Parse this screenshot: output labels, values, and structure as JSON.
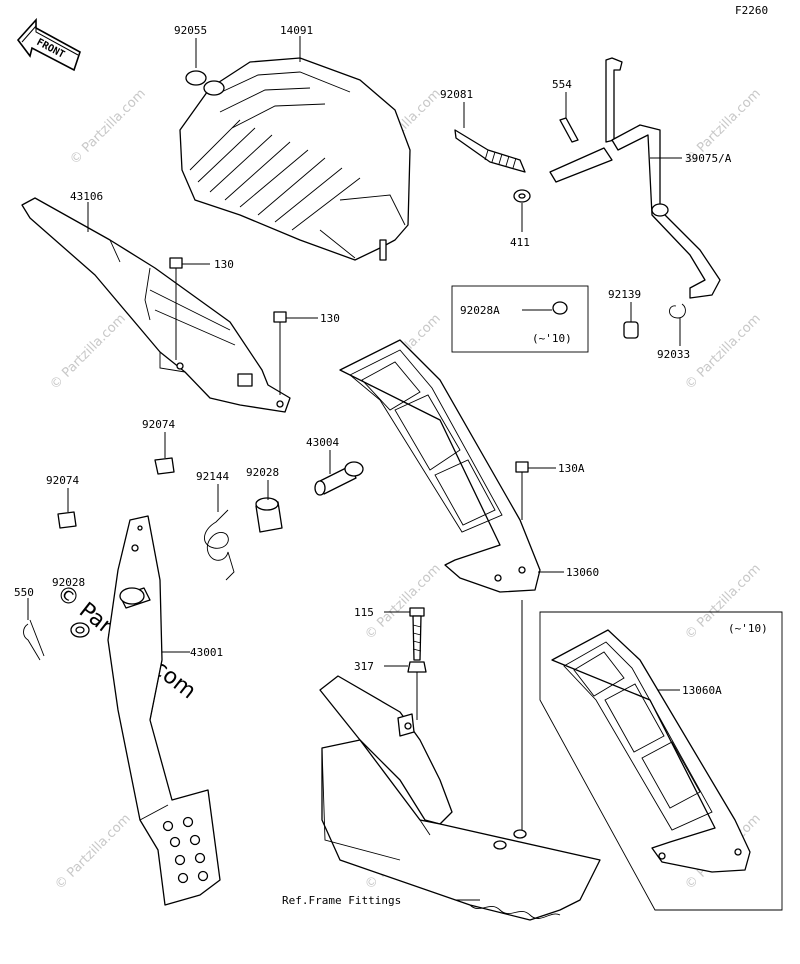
{
  "diagram_code": "F2260",
  "front_label": "FRONT",
  "part_labels": {
    "p92055": "92055",
    "p14091": "14091",
    "p43106": "43106",
    "p130a": "130",
    "p130b": "130",
    "p92081": "92081",
    "p554": "554",
    "p39075": "39075/A",
    "p411": "411",
    "p92028A": "92028A",
    "p92028A_note": "(~'10)",
    "p92139": "92139",
    "p92033": "92033",
    "p92074a": "92074",
    "p92074b": "92074",
    "p43004": "43004",
    "p92144": "92144",
    "p92028a": "92028",
    "p92028b": "92028",
    "p130A": "130A",
    "p13060": "13060",
    "p550": "550",
    "p43001": "43001",
    "p115": "115",
    "p317": "317",
    "p13060A_note": "(~'10)",
    "p13060A": "13060A",
    "ref_frame": "Ref.Frame Fittings"
  },
  "watermark": {
    "small": "© Partzilla.com",
    "large": "© Partzilla.com"
  }
}
